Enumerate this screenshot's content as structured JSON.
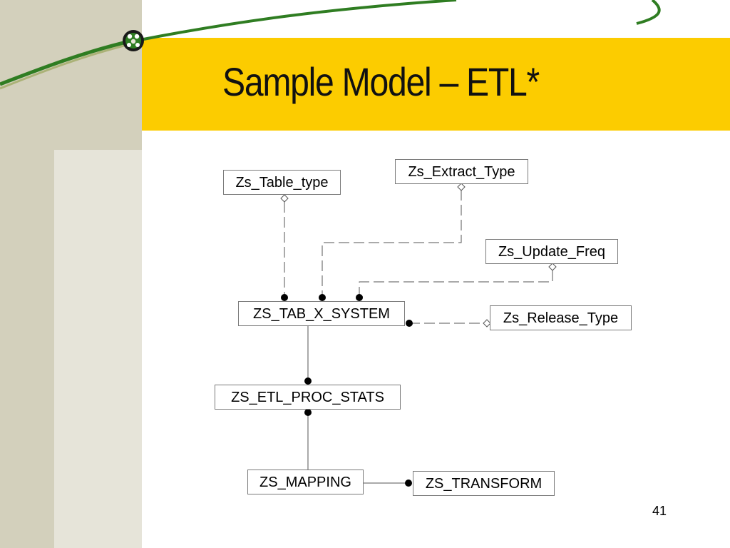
{
  "slide": {
    "title": "Sample Model – ETL*",
    "page_number": "41"
  },
  "diagram": {
    "entities": {
      "table_type": "Zs_Table_type",
      "extract_type": "Zs_Extract_Type",
      "update_freq": "Zs_Update_Freq",
      "tab_x_system": "ZS_TAB_X_SYSTEM",
      "release_type": "Zs_Release_Type",
      "etl_proc_stats": "ZS_ETL_PROC_STATS",
      "mapping": "ZS_MAPPING",
      "transform": "ZS_TRANSFORM"
    }
  },
  "colors": {
    "title_bar": "#fccc00",
    "left_band": "#d3d0bc",
    "swoosh": "#2f7d22"
  }
}
